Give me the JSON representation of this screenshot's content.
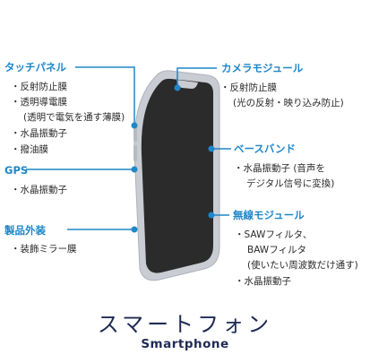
{
  "left": {
    "touch_panel": {
      "label": "タッチパネル",
      "items": [
        "反射防止膜",
        "透明導電膜",
        "(透明で電気を通す薄膜)",
        "水晶振動子",
        "撥油膜"
      ]
    },
    "gps": {
      "label": "GPS",
      "items": [
        "水晶振動子"
      ]
    },
    "case": {
      "label": "製品外装",
      "items": [
        "装飾ミラー膜"
      ]
    }
  },
  "right": {
    "camera": {
      "label": "カメラモジュール",
      "items": [
        "反射防止膜",
        "(光の反射・映り込み防止)"
      ]
    },
    "baseband": {
      "label": "ベースバンド",
      "items": [
        "水晶振動子 (音声を",
        "デジタル信号に変換)"
      ]
    },
    "wireless": {
      "label": "無線モジュール",
      "items": [
        "SAWフィルタ、",
        "BAWフィルタ",
        "(使いたい周波数だけ通す)",
        "水晶振動子"
      ]
    }
  },
  "title": {
    "japanese": "スマートフォン",
    "english": "Smartphone"
  },
  "colors": {
    "accent": "#1e87c9",
    "title": "#1f2a55",
    "phone_screen": "#2b2b2b",
    "phone_frame": "#c9ccd3"
  }
}
